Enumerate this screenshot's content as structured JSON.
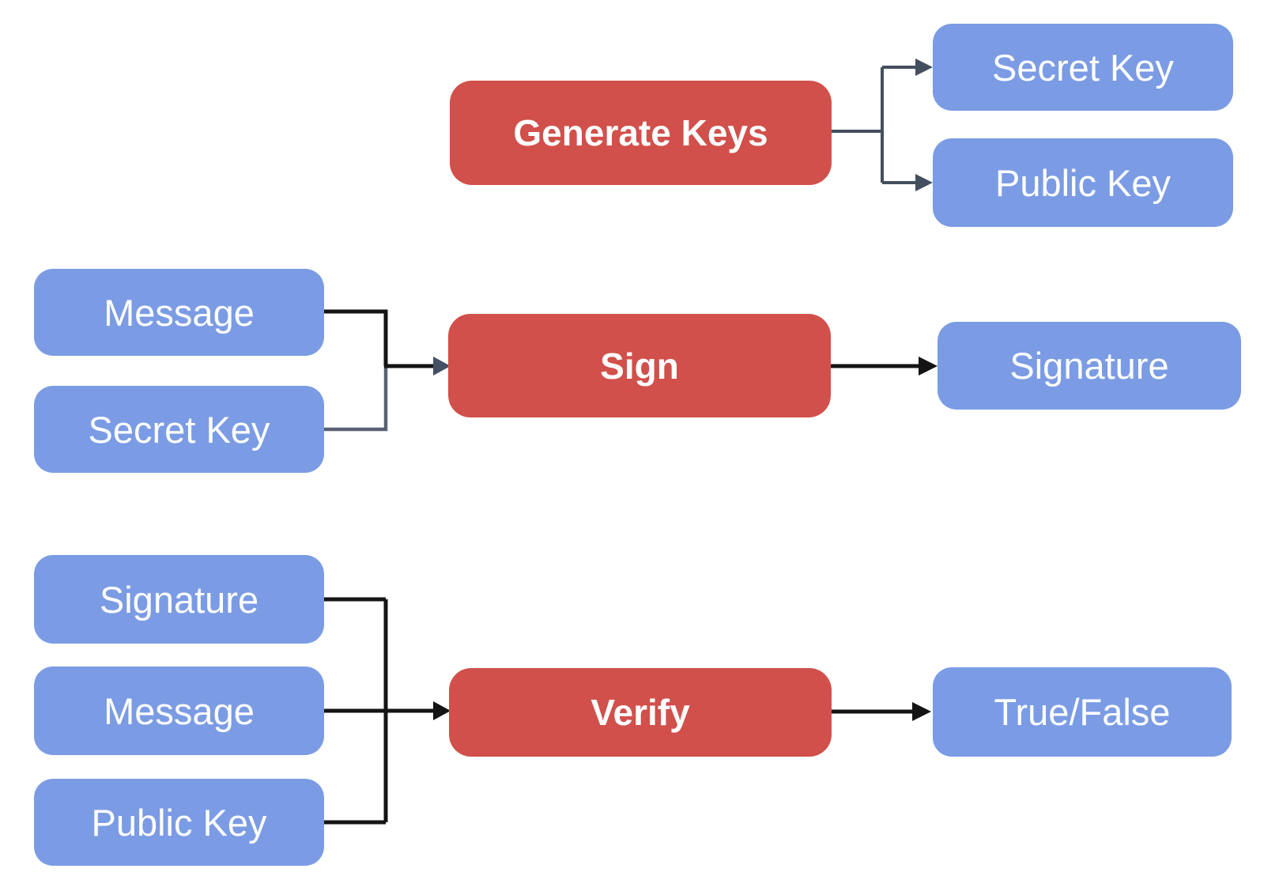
{
  "diagram": {
    "type": "flowchart",
    "topic": "Digital signature: key generation, signing, verification",
    "colors": {
      "process_fill": "#D1504B",
      "data_fill": "#7B9CE4",
      "node_text": "#FFFFFF",
      "connector_slate": "#434F5E",
      "connector_black": "#141414",
      "connector_gray": "#596273",
      "background": "#FFFFFF"
    },
    "nodes": {
      "generate_keys": {
        "label": "Generate Keys",
        "type": "process"
      },
      "secret_key_out": {
        "label": "Secret Key",
        "type": "data"
      },
      "public_key_out": {
        "label": "Public Key",
        "type": "data"
      },
      "message_sign": {
        "label": "Message",
        "type": "data"
      },
      "secret_key_sign": {
        "label": "Secret Key",
        "type": "data"
      },
      "sign": {
        "label": "Sign",
        "type": "process"
      },
      "signature_out": {
        "label": "Signature",
        "type": "data"
      },
      "signature_verify": {
        "label": "Signature",
        "type": "data"
      },
      "message_verify": {
        "label": "Message",
        "type": "data"
      },
      "public_key_verify": {
        "label": "Public Key",
        "type": "data"
      },
      "verify": {
        "label": "Verify",
        "type": "process"
      },
      "true_false": {
        "label": "True/False",
        "type": "data"
      }
    },
    "edges": [
      {
        "from": "generate_keys",
        "to": "secret_key_out"
      },
      {
        "from": "generate_keys",
        "to": "public_key_out"
      },
      {
        "from": "message_sign",
        "to": "sign"
      },
      {
        "from": "secret_key_sign",
        "to": "sign"
      },
      {
        "from": "sign",
        "to": "signature_out"
      },
      {
        "from": "signature_verify",
        "to": "verify"
      },
      {
        "from": "message_verify",
        "to": "verify"
      },
      {
        "from": "public_key_verify",
        "to": "verify"
      },
      {
        "from": "verify",
        "to": "true_false"
      }
    ]
  }
}
